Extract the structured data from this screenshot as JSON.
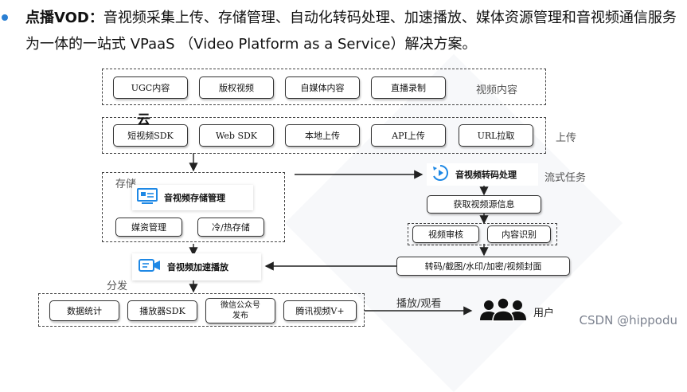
{
  "headline": {
    "bold": "点播VOD：",
    "text": "音视频采集上传、存储管理、自动化转码处理、加速播放、媒体资源管理和音视频通信服务为一体的一站式 VPaaS （Video Platform as a Service）解决方案。"
  },
  "content_row": {
    "items": [
      "UGC内容",
      "版权视频",
      "自媒体内容",
      "直播录制"
    ],
    "label": "视频内容"
  },
  "cloud_label": "云",
  "upload_row": {
    "items": [
      "短视频SDK",
      "Web SDK",
      "本地上传",
      "API上传",
      "URL拉取"
    ],
    "label": "上传"
  },
  "storage": {
    "label": "存储",
    "service": "音视频存储管理",
    "items": [
      "媒资管理",
      "冷/热存储"
    ]
  },
  "transcode": {
    "service": "音视频转码处理",
    "label": "流式任务",
    "source_info": "获取视频源信息",
    "review": [
      "视频审核",
      "内容识别"
    ],
    "output": "转码/截图/水印/加密/视频封面"
  },
  "acceleration": {
    "service": "音视频加速播放"
  },
  "distribution": {
    "label": "分发",
    "items": [
      "数据统计",
      "播放器SDK",
      "微信公众号\n发布",
      "腾讯视频V+"
    ],
    "play_label": "播放/观看",
    "user_label": "用户"
  },
  "watermark": "CSDN @hippodu",
  "colors": {
    "accent": "#2a7fd3",
    "icon_blue": "#1e88e5",
    "border": "#333333"
  }
}
